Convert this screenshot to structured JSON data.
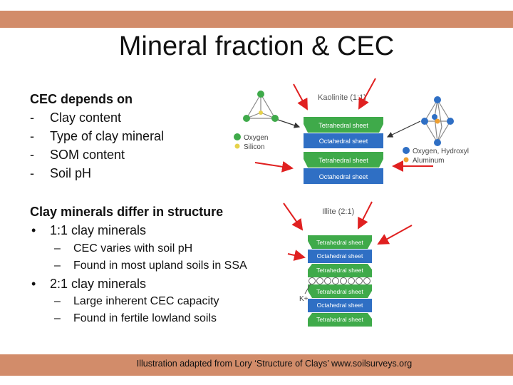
{
  "slide": {
    "title": "Mineral fraction & CEC",
    "caption": "Illustration adapted from Lory ‘Structure of Clays’ www.soilsurveys.org"
  },
  "cec_section": {
    "heading": "CEC depends on",
    "items": [
      "Clay content",
      "Type of clay mineral",
      "SOM content",
      "Soil pH"
    ]
  },
  "clay_section": {
    "heading": "Clay minerals differ in structure",
    "types": [
      {
        "label": "1:1 clay minerals",
        "subitems": [
          "CEC varies with soil pH",
          "Found in most upland soils in SSA"
        ]
      },
      {
        "label": "2:1 clay minerals",
        "subitems": [
          "Large inherent CEC capacity",
          "Found in fertile lowland soils"
        ]
      }
    ]
  },
  "kaolinite_figure": {
    "title": "Kaolinite (1:1)",
    "sheets": [
      "Tetrahedral sheet",
      "Octahedral sheet",
      "Tetrahedral sheet",
      "Octahedral sheet"
    ],
    "legend_left": [
      "Oxygen",
      "Silicon"
    ],
    "legend_right": [
      "Oxygen, Hydroxyl",
      "Aluminum"
    ]
  },
  "illite_figure": {
    "title": "Illite (2:1)",
    "sheets": [
      "Tetrahedral sheet",
      "Octahedral sheet",
      "Tetrahedral sheet",
      "Tetrahedral sheet",
      "Octahedral sheet",
      "Tetrahedral sheet"
    ],
    "ion_label": "K+"
  },
  "colors": {
    "band": "#d28c6a",
    "tetrahedral": "#3faa4a",
    "octahedral": "#2f6fc4",
    "arrow": "#e02020"
  }
}
